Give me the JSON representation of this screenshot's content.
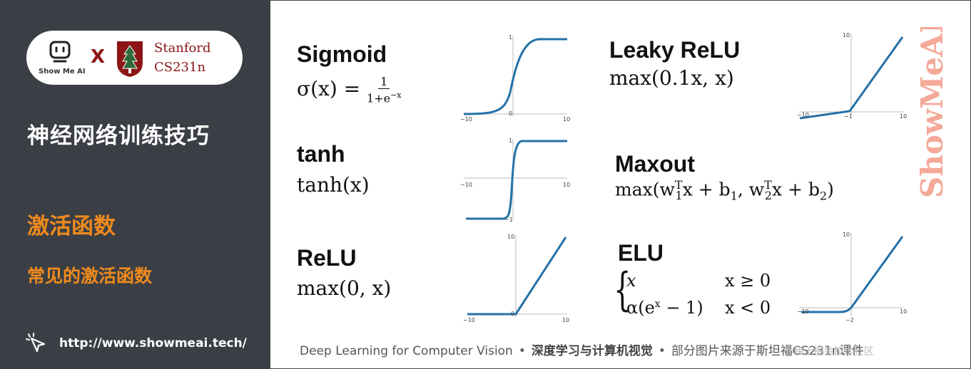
{
  "sidebar": {
    "logo_text": "Show Me AI",
    "x_mark": "X",
    "stanford_name": "Stanford",
    "stanford_course": "CS231n",
    "title": "神经网络训练技巧",
    "section": "激活函数",
    "subsection": "常见的激活函数",
    "url": "http://www.showmeai.tech/"
  },
  "functions": {
    "sigmoid": {
      "name": "Sigmoid",
      "f_lhs": "σ(x) = ",
      "num": "1",
      "den": "1+e",
      "den_exp": "−x"
    },
    "tanh": {
      "name": "tanh",
      "formula": "tanh(x)"
    },
    "relu": {
      "name": "ReLU",
      "formula": "max(0, x)"
    },
    "leaky": {
      "name": "Leaky ReLU",
      "formula": "max(0.1x, x)"
    },
    "maxout": {
      "name": "Maxout",
      "p1": "max(w",
      "p2": "x + b",
      "p3": ", w",
      "p4": "x + b",
      "p5": ")",
      "sup": "T",
      "s1": "1",
      "s2": "2"
    },
    "elu": {
      "name": "ELU",
      "brace": "{",
      "r1a": "x",
      "r1b": "x ≥ 0",
      "r2a": "α(e",
      "r2exp": "x",
      "r2b": " − 1)",
      "r2c": "x < 0"
    }
  },
  "plots": {
    "sigmoid": {
      "tick_xmin": "−10",
      "tick_xmax": "10",
      "tick_ytop": "1",
      "tick_origin": "0"
    },
    "tanh": {
      "tick_xmin": "−10",
      "tick_xmax": "10",
      "tick_ytop": "1",
      "tick_ybot": "−1"
    },
    "relu": {
      "tick_xmin": "−10",
      "tick_xmax": "10",
      "tick_ytop": "10",
      "tick_origin": "0"
    },
    "leaky": {
      "tick_xmin": "−10",
      "tick_xmax": "10",
      "tick_ytop": "10",
      "tick_mid": "−1"
    },
    "elu": {
      "tick_xmin": "−10",
      "tick_xmax": "10",
      "tick_ytop": "10",
      "tick_mid": "−2"
    }
  },
  "watermark": "ShowMeAI",
  "footer": {
    "en": "Deep Learning for Computer Vision",
    "sep": "•",
    "cn": "深度学习与计算机视觉",
    "note": "部分图片来源于斯坦福CS231n课件",
    "csdn": "@稀土掘金技术社区"
  },
  "colors": {
    "sidebar_bg": "#3b3f45",
    "accent_orange": "#f08a1c",
    "stanford_red": "#8c1515",
    "curve_blue": "#2471a8"
  }
}
